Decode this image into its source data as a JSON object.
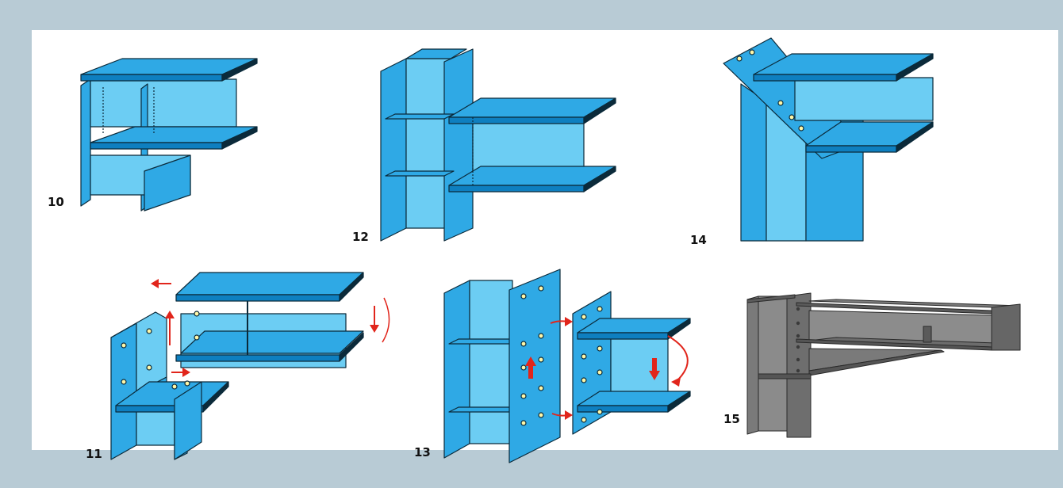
{
  "figures": [
    {
      "id": "10",
      "label": "10"
    },
    {
      "id": "11",
      "label": "11"
    },
    {
      "id": "12",
      "label": "12"
    },
    {
      "id": "13",
      "label": "13"
    },
    {
      "id": "14",
      "label": "14"
    },
    {
      "id": "15",
      "label": "15"
    }
  ],
  "colors": {
    "background": "#b8cbd5",
    "panel": "#ffffff",
    "steel_light": "#6ccdf3",
    "steel_mid": "#2fa9e5",
    "steel_dark": "#0e7fc0",
    "outline": "#0b2a3a",
    "bolt": "#fff7a8",
    "arrow": "#e1251b",
    "steel_gray": "#6e6e6e"
  }
}
